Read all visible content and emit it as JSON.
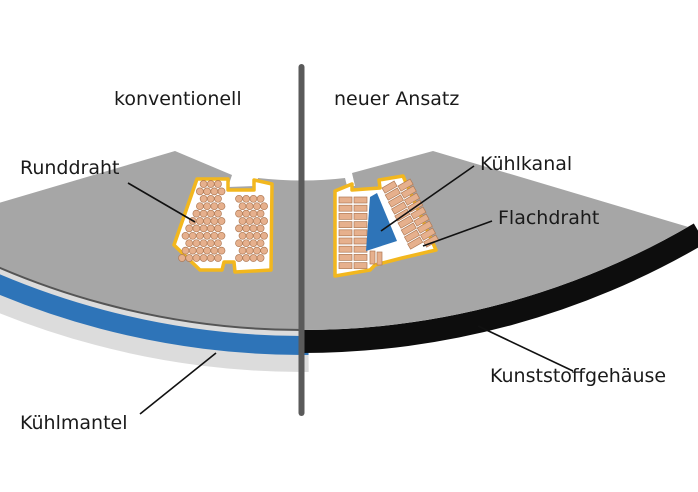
{
  "headings": {
    "left": "konventionell",
    "right": "neuer Ansatz"
  },
  "labels": {
    "runddraht": "Runddraht",
    "kuehlkanal": "Kühlkanal",
    "flachdraht": "Flachdraht",
    "kuehlmantel": "Kühlmantel",
    "kunststoffgehaeuse": "Kunststoffgehäuse"
  },
  "colors": {
    "stator": "#a6a6a6",
    "coil_outline": "#f2b71e",
    "copper": "#e6b08d",
    "copper_edge": "#b07a55",
    "cooling_jacket": "#2e74b8",
    "jacket_light": "#dcdcdc",
    "housing": "#0d0d0d",
    "divider": "#5a5a5a"
  }
}
